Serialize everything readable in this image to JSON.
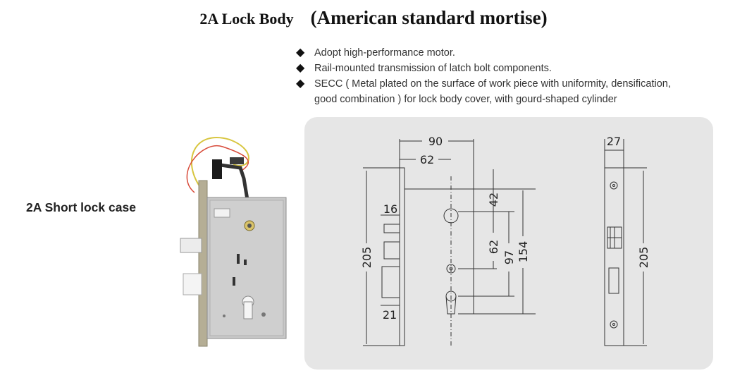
{
  "title": {
    "part1": "2A Lock Body",
    "part2": "(American standard mortise)"
  },
  "features": [
    {
      "line1": "Adopt high-performance motor.",
      "line2": ""
    },
    {
      "line1": "Rail-mounted transmission of latch bolt components.",
      "line2": ""
    },
    {
      "line1": "SECC ( Metal plated on the surface of work piece with uniformity, densification,",
      "line2": "good combination ) for lock body cover, with gourd-shaped cylinder"
    }
  ],
  "bullet_glyph": "◆",
  "side_label": "2A Short lock case",
  "drawing": {
    "front": {
      "width_90": "90",
      "width_62": "62",
      "height_205": "205",
      "dim_16": "16",
      "dim_21": "21",
      "dim_42": "42",
      "dim_62": "62",
      "dim_97": "97",
      "dim_154": "154"
    },
    "side": {
      "width_27": "27",
      "height_205": "205"
    }
  },
  "colors": {
    "panel": "#e6e6e6",
    "plate": "#b7b29c",
    "case": "#c9c9c9"
  }
}
